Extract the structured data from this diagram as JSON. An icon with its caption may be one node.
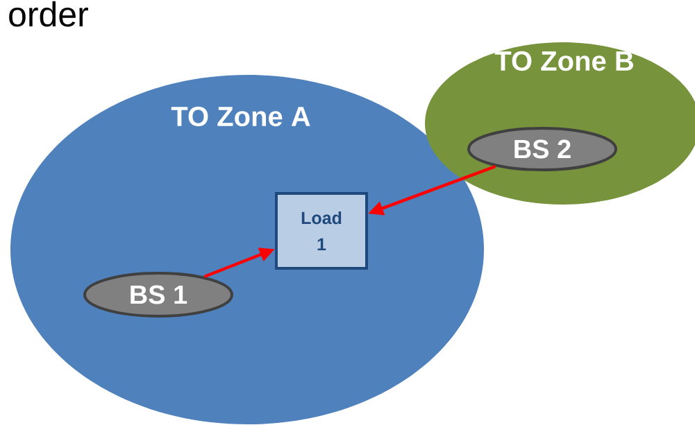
{
  "diagram": {
    "nodes": [
      {
        "text": [
          "TO Zone A"
        ]
      },
      {
        "text": [
          "TO Zone B"
        ]
      },
      {
        "text": [
          "Load 1"
        ],
        "in": 0
      },
      {
        "text": [
          "BS 1"
        ],
        "in": 0
      },
      {
        "text": [
          "BS 2"
        ],
        "in": 1
      }
    ],
    "edges": [
      {
        "from": 3,
        "to": 2,
        "arrow": "to"
      },
      {
        "from": 4,
        "to": 2,
        "arrow": "to"
      }
    ],
    "labels": [
      "order"
    ]
  }
}
